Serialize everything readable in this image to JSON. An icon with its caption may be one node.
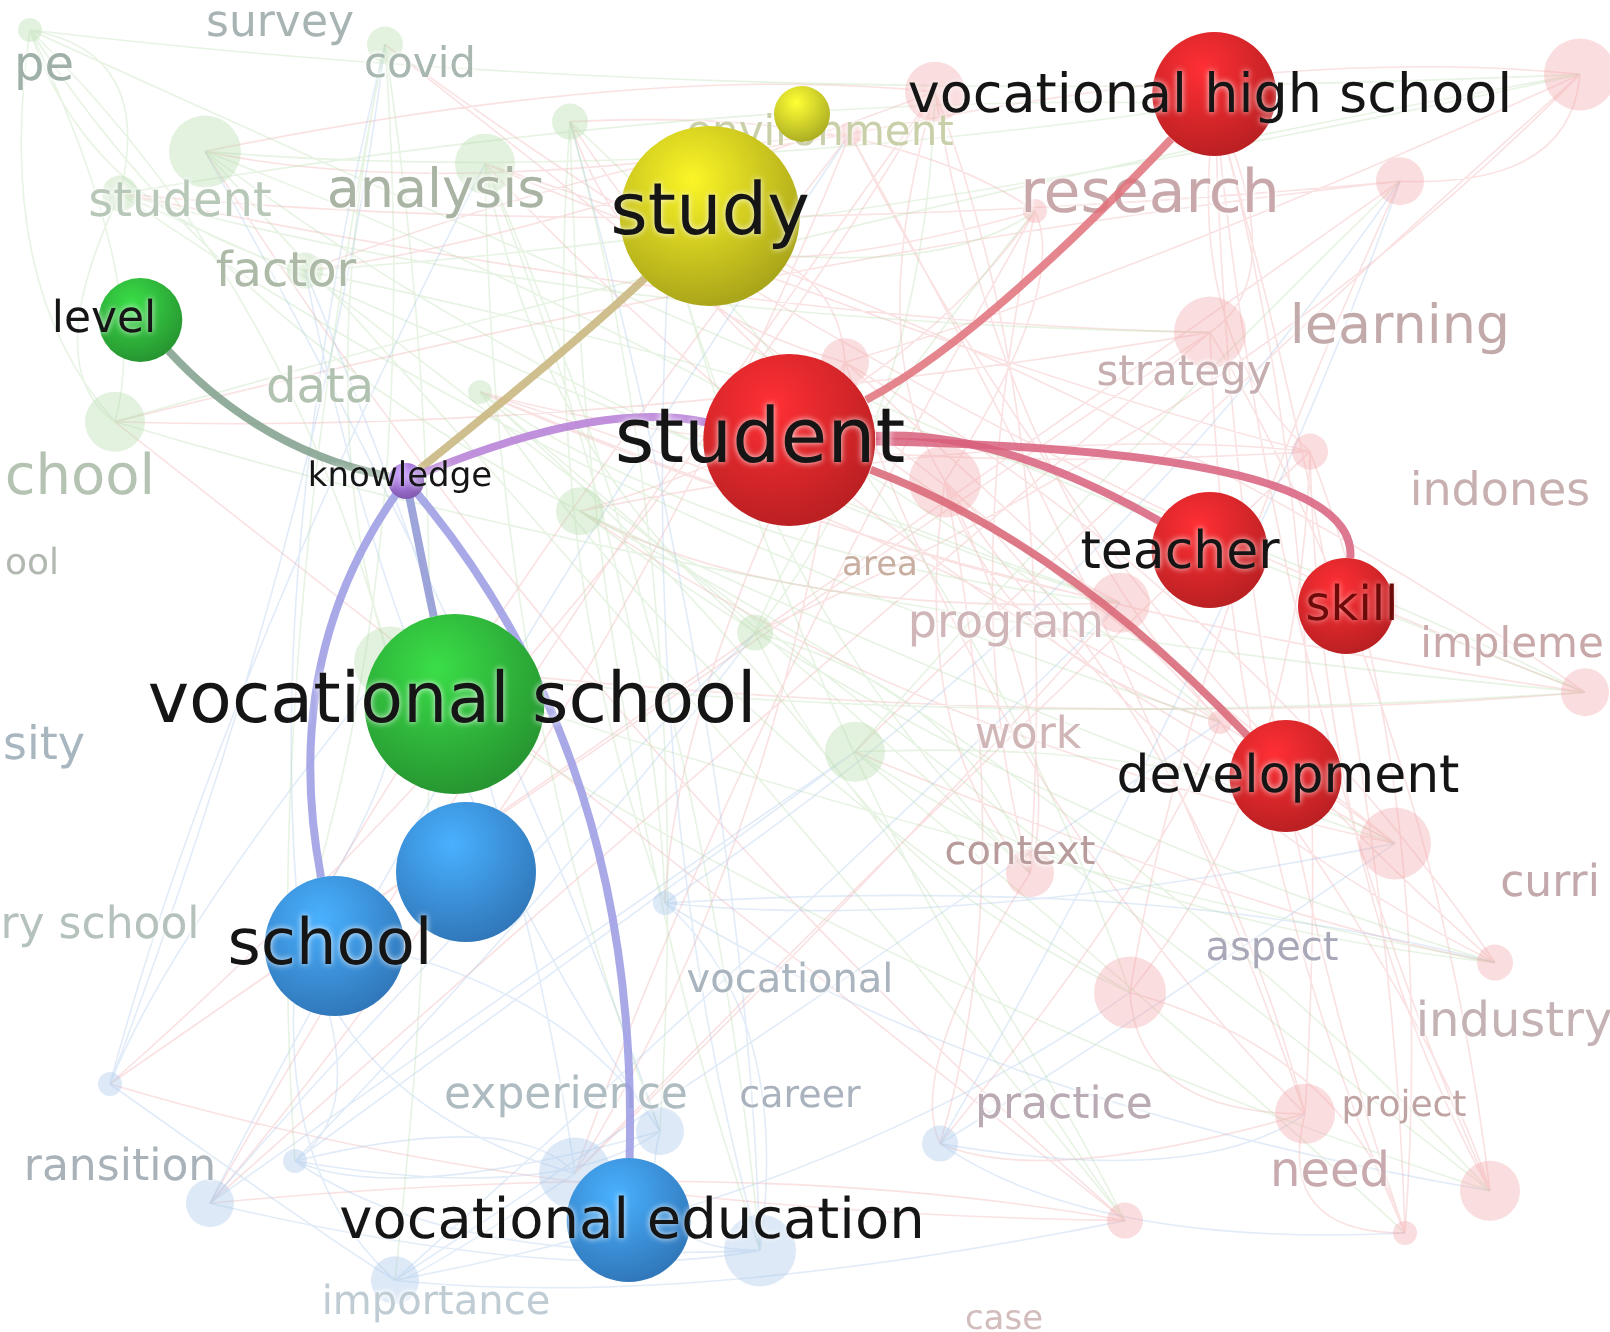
{
  "diagram": {
    "nodes": [
      {
        "text": [
          "vocational high school"
        ]
      },
      {
        "text": [],
        "shape": "circle"
      },
      {
        "text": [
          "study"
        ]
      },
      {
        "text": [
          "level"
        ]
      },
      {
        "text": [
          "student"
        ]
      },
      {
        "text": [
          "knowledge"
        ]
      },
      {
        "text": [
          "teacher"
        ]
      },
      {
        "text": [
          "skill"
        ]
      },
      {
        "text": [
          "vocational school"
        ]
      },
      {
        "text": [
          "development"
        ]
      },
      {
        "text": [],
        "shape": "circle"
      },
      {
        "text": [
          "school"
        ]
      },
      {
        "text": [
          "vocational education"
        ]
      }
    ],
    "edges": [
      {
        "from": 5,
        "to": 3,
        "arrow": "none",
        "color": "#7f9f8a"
      },
      {
        "from": 5,
        "to": 2,
        "arrow": "none",
        "color": "#c8b47a"
      },
      {
        "from": 5,
        "to": 4,
        "arrow": "none",
        "color": "#b57cd6"
      },
      {
        "from": 4,
        "to": 0,
        "arrow": "none",
        "color": "#e0707a"
      },
      {
        "from": 4,
        "to": 6,
        "arrow": "none",
        "color": "#d85f7c"
      },
      {
        "from": 4,
        "to": 7,
        "arrow": "none",
        "color": "#d85f7c"
      },
      {
        "from": 4,
        "to": 9,
        "arrow": "none",
        "color": "#d86474"
      },
      {
        "from": 5,
        "to": 8,
        "arrow": "none",
        "color": "#8d95d4"
      },
      {
        "from": 5,
        "to": 11,
        "arrow": "none",
        "color": "#9a9ae4"
      },
      {
        "from": 5,
        "to": 12,
        "arrow": "none",
        "color": "#9a9ae4"
      }
    ],
    "labels": [
      "pe",
      "survey",
      "covid",
      "environment",
      "student",
      "analysis",
      "research",
      "factor",
      "strategy",
      "learning",
      "data",
      "chool",
      "indones",
      "ool",
      "area",
      "program",
      "impleme",
      "sity",
      "work",
      "context",
      "curri",
      "ry school",
      "aspect",
      "vocational",
      "industry",
      "experience",
      "career",
      "practice",
      "project",
      "ransition",
      "need",
      "importance",
      "case"
    ]
  }
}
